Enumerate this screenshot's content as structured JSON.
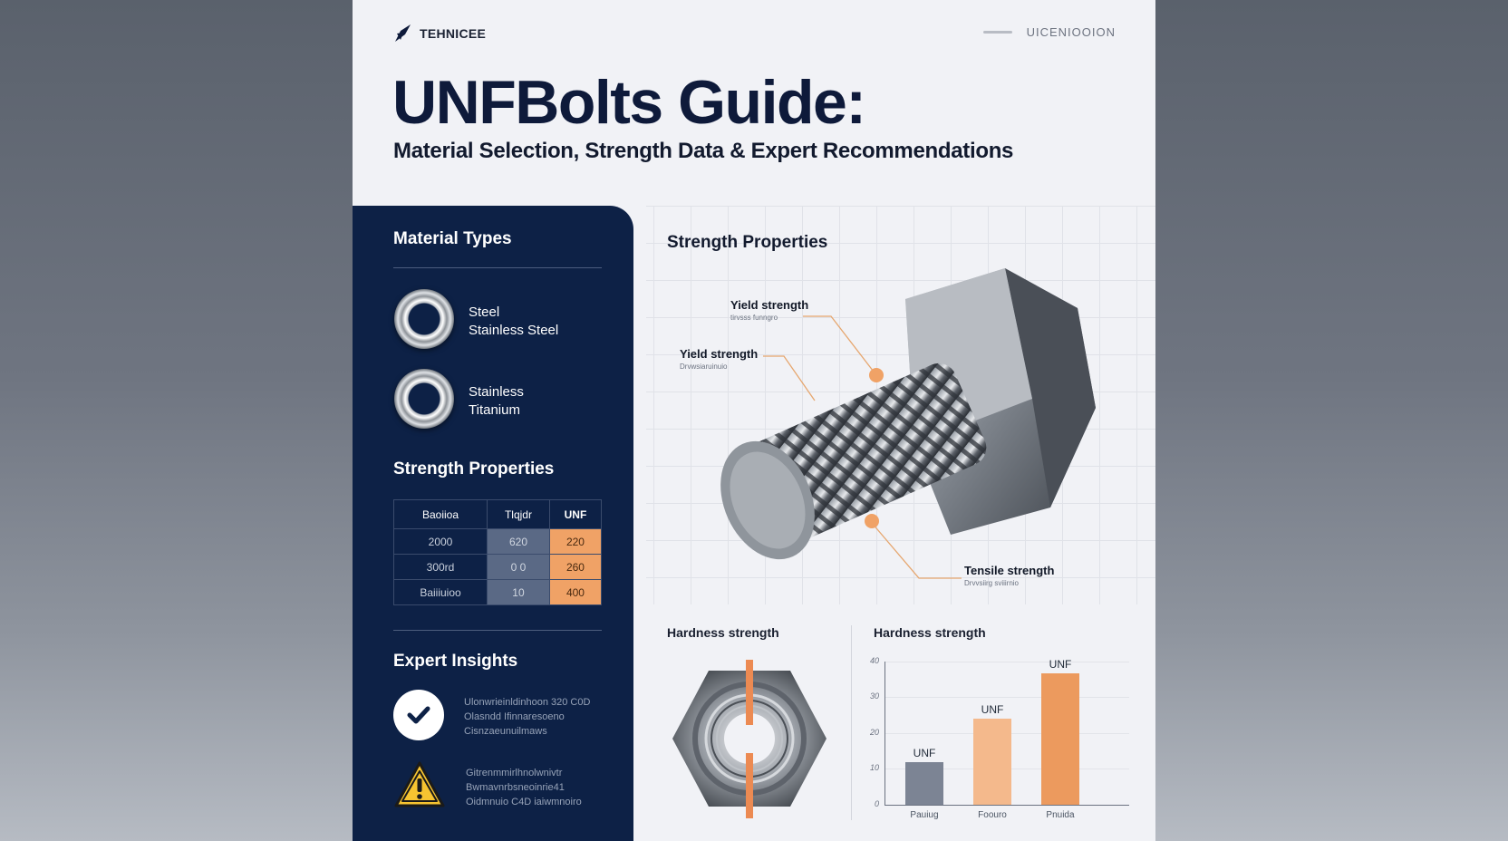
{
  "header": {
    "brand": "TEHNICEE",
    "brand_icon": "plane-logo-icon",
    "top_right_label": "UICENIOOION"
  },
  "title": "UNFBolts Guide:",
  "subtitle": "Material Selection, Strength Data & Expert Recommendations",
  "sidebar": {
    "material_heading": "Material Types",
    "materials": [
      {
        "line1": "Steel",
        "line2": "Stainless Steel",
        "icon": "washer-icon"
      },
      {
        "line1": "Stainless",
        "line2": "Titanium",
        "icon": "washer-icon"
      }
    ],
    "strength_heading": "Strength Properties",
    "table": {
      "headers": [
        "Baoiioa",
        "Tlqjdr",
        "UNF"
      ],
      "rows": [
        [
          "2000",
          "620",
          "220"
        ],
        [
          "300rd",
          "0 0",
          "260"
        ],
        [
          "Baiiiuioo",
          "10",
          "400"
        ]
      ]
    },
    "insights_heading": "Expert Insights",
    "insights": [
      {
        "icon": "check-circle-icon",
        "text": "Ulonwrieinldinhoon 320 C0D Olasndd Ifinnaresoeno Cisnzaeunuilmaws"
      },
      {
        "icon": "warning-triangle-icon",
        "text": "Gitrenmmirlhnolwnivtr Bwmavnrbsneoinrie41 Oidmnuio C4D iaiwmnoiro"
      }
    ]
  },
  "main": {
    "heading": "Strength Properties",
    "annotations": [
      {
        "title": "Yield strength",
        "sub": "tirvsss funngro"
      },
      {
        "title": "Yield strength",
        "sub": "Drvwsiaruinuio"
      },
      {
        "title": "Tensile strength",
        "sub": "Drvvsiirg sviiirnio"
      }
    ],
    "accent_color": "#f0a266",
    "navy_color": "#0d2146"
  },
  "bottom": {
    "left_heading": "Hardness strength",
    "right_heading": "Hardness strength"
  },
  "chart_data": {
    "type": "bar",
    "title": "Hardness strength",
    "categories": [
      "Pauiug",
      "Foouro",
      "Pnuida"
    ],
    "values": [
      12,
      24,
      36
    ],
    "bar_labels": [
      "UNF",
      "UNF",
      "UNF"
    ],
    "colors": [
      "#7c8494",
      "#f4b98c",
      "#ec9a5e"
    ],
    "yticks": [
      "0",
      "10",
      "20",
      "30",
      "40"
    ],
    "ylim": [
      0,
      40
    ],
    "xlabel": "",
    "ylabel": "",
    "grid": true
  }
}
